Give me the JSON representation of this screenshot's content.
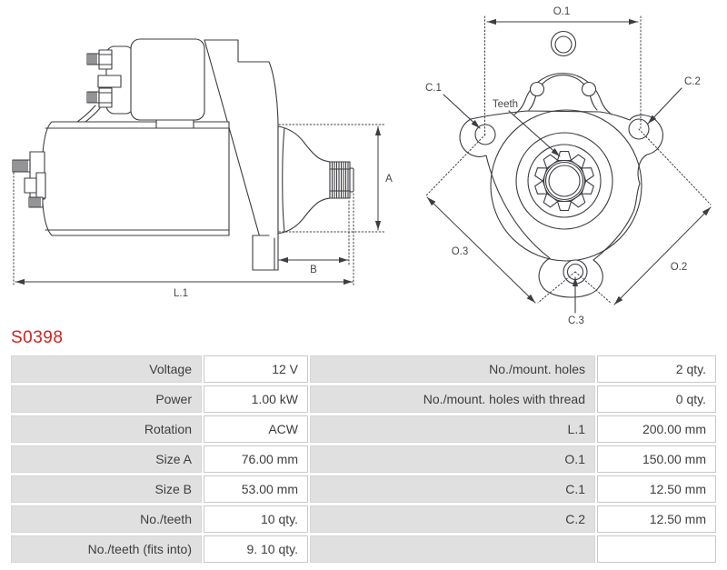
{
  "title": {
    "part_number": "S0398"
  },
  "colors": {
    "part_number_red": "#cd2420",
    "table_label_gray": "#e0e0e0",
    "table_text": "#3d3d3d",
    "drawing_line": "#3c3c41"
  },
  "diagram": {
    "side_view": {
      "dim_a": "A",
      "dim_b": "B",
      "dim_l1": "L.1"
    },
    "front_view": {
      "dim_o1": "O.1",
      "dim_o2": "O.2",
      "dim_o3": "O.3",
      "dim_c1": "C.1",
      "dim_c2": "C.2",
      "dim_c3": "C.3",
      "teeth_label": "Teeth"
    }
  },
  "spec_table": {
    "rows": [
      {
        "label_left": "Voltage",
        "value_left": "12 V",
        "label_right": "No./mount. holes",
        "value_right": "2 qty."
      },
      {
        "label_left": "Power",
        "value_left": "1.00 kW",
        "label_right": "No./mount. holes with thread",
        "value_right": "0 qty."
      },
      {
        "label_left": "Rotation",
        "value_left": "ACW",
        "label_right": "L.1",
        "value_right": "200.00 mm"
      },
      {
        "label_left": "Size A",
        "value_left": "76.00 mm",
        "label_right": "O.1",
        "value_right": "150.00 mm"
      },
      {
        "label_left": "Size B",
        "value_left": "53.00 mm",
        "label_right": "C.1",
        "value_right": "12.50 mm"
      },
      {
        "label_left": "No./teeth",
        "value_left": "10 qty.",
        "label_right": "C.2",
        "value_right": "12.50 mm"
      },
      {
        "label_left": "No./teeth (fits into)",
        "value_left": "9. 10 qty.",
        "label_right": "",
        "value_right": ""
      }
    ]
  }
}
